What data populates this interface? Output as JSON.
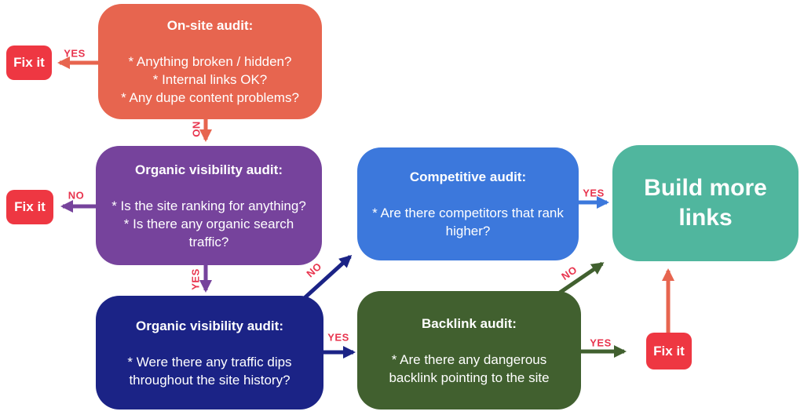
{
  "colors": {
    "salmon": "#E7654F",
    "purple": "#76439C",
    "navy": "#1B2386",
    "blue": "#3C78DC",
    "green": "#41602F",
    "teal": "#50B69E",
    "fixit_red": "#EE3742",
    "label_red": "#E8344E",
    "node_text": "#FFFFFF",
    "background": "#FFFFFF"
  },
  "nodes": {
    "onsite": {
      "title": "On-site audit:",
      "bullets": [
        "* Anything broken / hidden?",
        "* Internal links OK?",
        "* Any dupe content problems?"
      ]
    },
    "organic1": {
      "title": "Organic visibility audit:",
      "bullets": [
        "* Is the site ranking for anything?",
        "* Is there any organic search traffic?"
      ]
    },
    "organic2": {
      "title": "Organic visibility audit:",
      "bullets": [
        "* Were there any traffic dips throughout the site history?"
      ]
    },
    "competitive": {
      "title": "Competitive audit:",
      "bullets": [
        "* Are there competitors that rank higher?"
      ]
    },
    "backlink": {
      "title": "Backlink audit:",
      "bullets": [
        "* Are there any dangerous backlink pointing to the site"
      ]
    },
    "build": {
      "title": "Build more links"
    },
    "fixit_top_left": {
      "label": "Fix it"
    },
    "fixit_mid_left": {
      "label": "Fix it"
    },
    "fixit_bottom_right": {
      "label": "Fix it"
    }
  },
  "edges": {
    "yes_onsite_to_fixit": "YES",
    "no_onsite_to_organic1": "NO",
    "no_organic1_to_fixit": "NO",
    "yes_organic1_to_organic2": "YES",
    "no_organic2_to_competitive": "NO",
    "yes_organic2_to_backlink": "YES",
    "yes_competitive_to_build": "YES",
    "no_backlink_to_build": "NO",
    "yes_backlink_to_fixit": "YES"
  }
}
